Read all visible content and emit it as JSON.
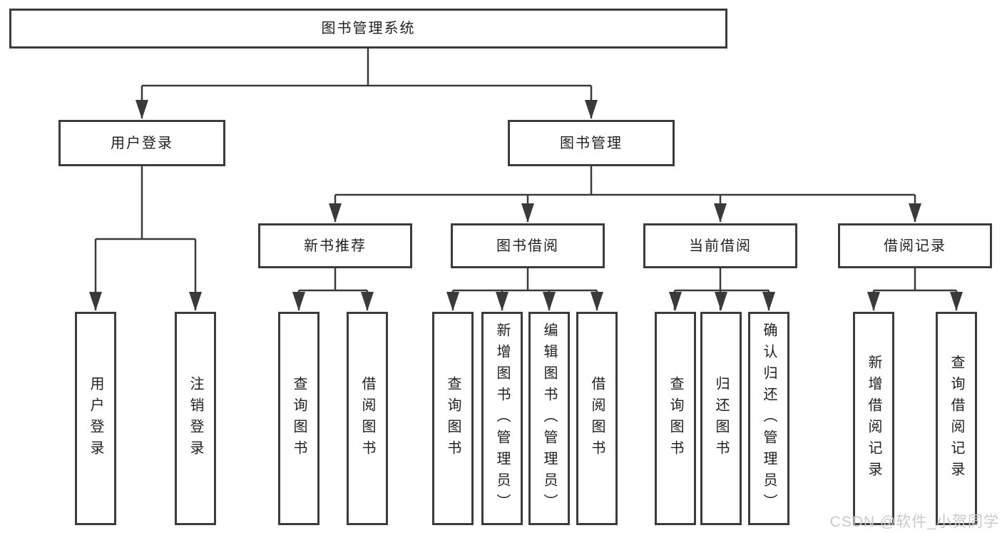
{
  "tree": {
    "label": "图书管理系统",
    "children": [
      {
        "label": "用户登录",
        "children": [
          {
            "label": "用户登录"
          },
          {
            "label": "注销登录"
          }
        ]
      },
      {
        "label": "图书管理",
        "children": [
          {
            "label": "新书推荐",
            "children": [
              {
                "label": "查询图书"
              },
              {
                "label": "借阅图书"
              }
            ]
          },
          {
            "label": "图书借阅",
            "children": [
              {
                "label": "查询图书"
              },
              {
                "label": "新增图书（管理员）"
              },
              {
                "label": "编辑图书（管理员）"
              },
              {
                "label": "借阅图书"
              }
            ]
          },
          {
            "label": "当前借阅",
            "children": [
              {
                "label": "查询图书"
              },
              {
                "label": "归还图书"
              },
              {
                "label": "确认归还（管理员）"
              }
            ]
          },
          {
            "label": "借阅记录",
            "children": [
              {
                "label": "新增借阅记录"
              },
              {
                "label": "查询借阅记录"
              }
            ]
          }
        ]
      }
    ]
  },
  "watermark": {
    "text": "CSDN @软件_小贺同学"
  },
  "colors": {
    "line": "#3a3a3a",
    "border": "#3c3c3c",
    "text": "#1f1f1f",
    "background": "#ffffff",
    "watermark": "#c9c9c9"
  }
}
